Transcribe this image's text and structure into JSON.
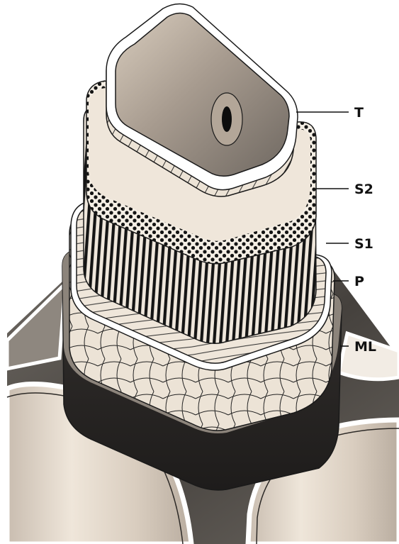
{
  "labels": {
    "t": "T",
    "s2": "S2",
    "s1": "S1",
    "p": "P",
    "ml": "ML"
  },
  "colors": {
    "wood_light": "#ede3d6",
    "wood_mid": "#c9bcad",
    "wood_dark": "#5b5550",
    "middle_lamella": "#2a2826",
    "line": "#111111",
    "highlight": "#ffffff"
  }
}
